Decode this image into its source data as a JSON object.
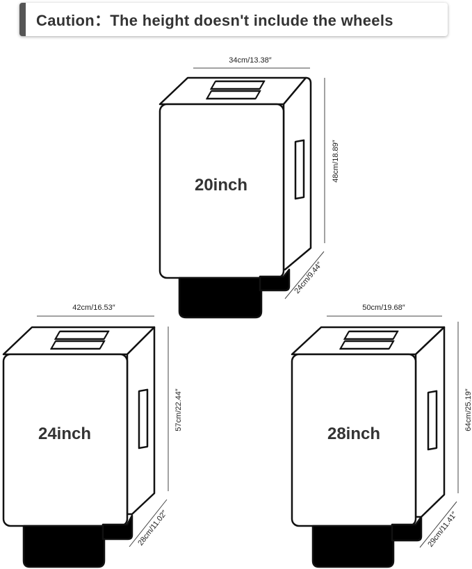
{
  "caution": {
    "text": "Caution：The height doesn't include the wheels"
  },
  "luggage": [
    {
      "size_label": "20inch",
      "width_label": "34cm/13.38″",
      "height_label": "48cm/18.89″",
      "depth_label": "24cm/9.44″"
    },
    {
      "size_label": "24inch",
      "width_label": "42cm/16.53″",
      "height_label": "57cm/22.44″",
      "depth_label": "28cm/11.02″"
    },
    {
      "size_label": "28inch",
      "width_label": "50cm/19.68″",
      "height_label": "64cm/25.19″",
      "depth_label": "29cm/11.41″"
    }
  ]
}
